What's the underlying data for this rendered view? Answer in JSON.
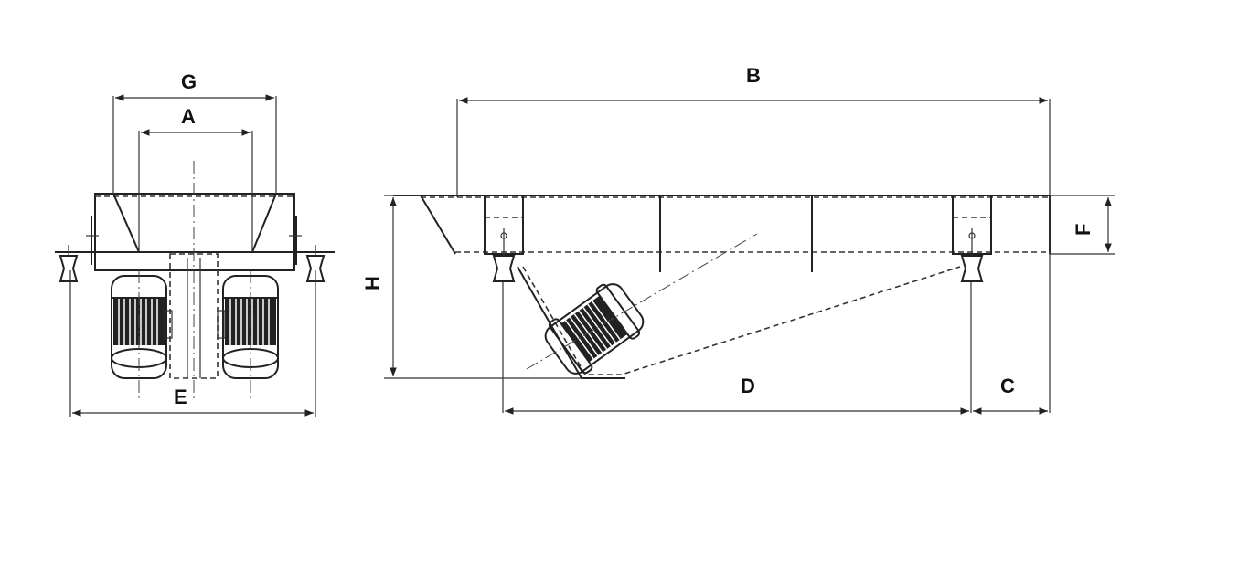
{
  "labels": {
    "G": "G",
    "A": "A",
    "E": "E",
    "B": "B",
    "F": "F",
    "H": "H",
    "D": "D",
    "C": "C"
  }
}
